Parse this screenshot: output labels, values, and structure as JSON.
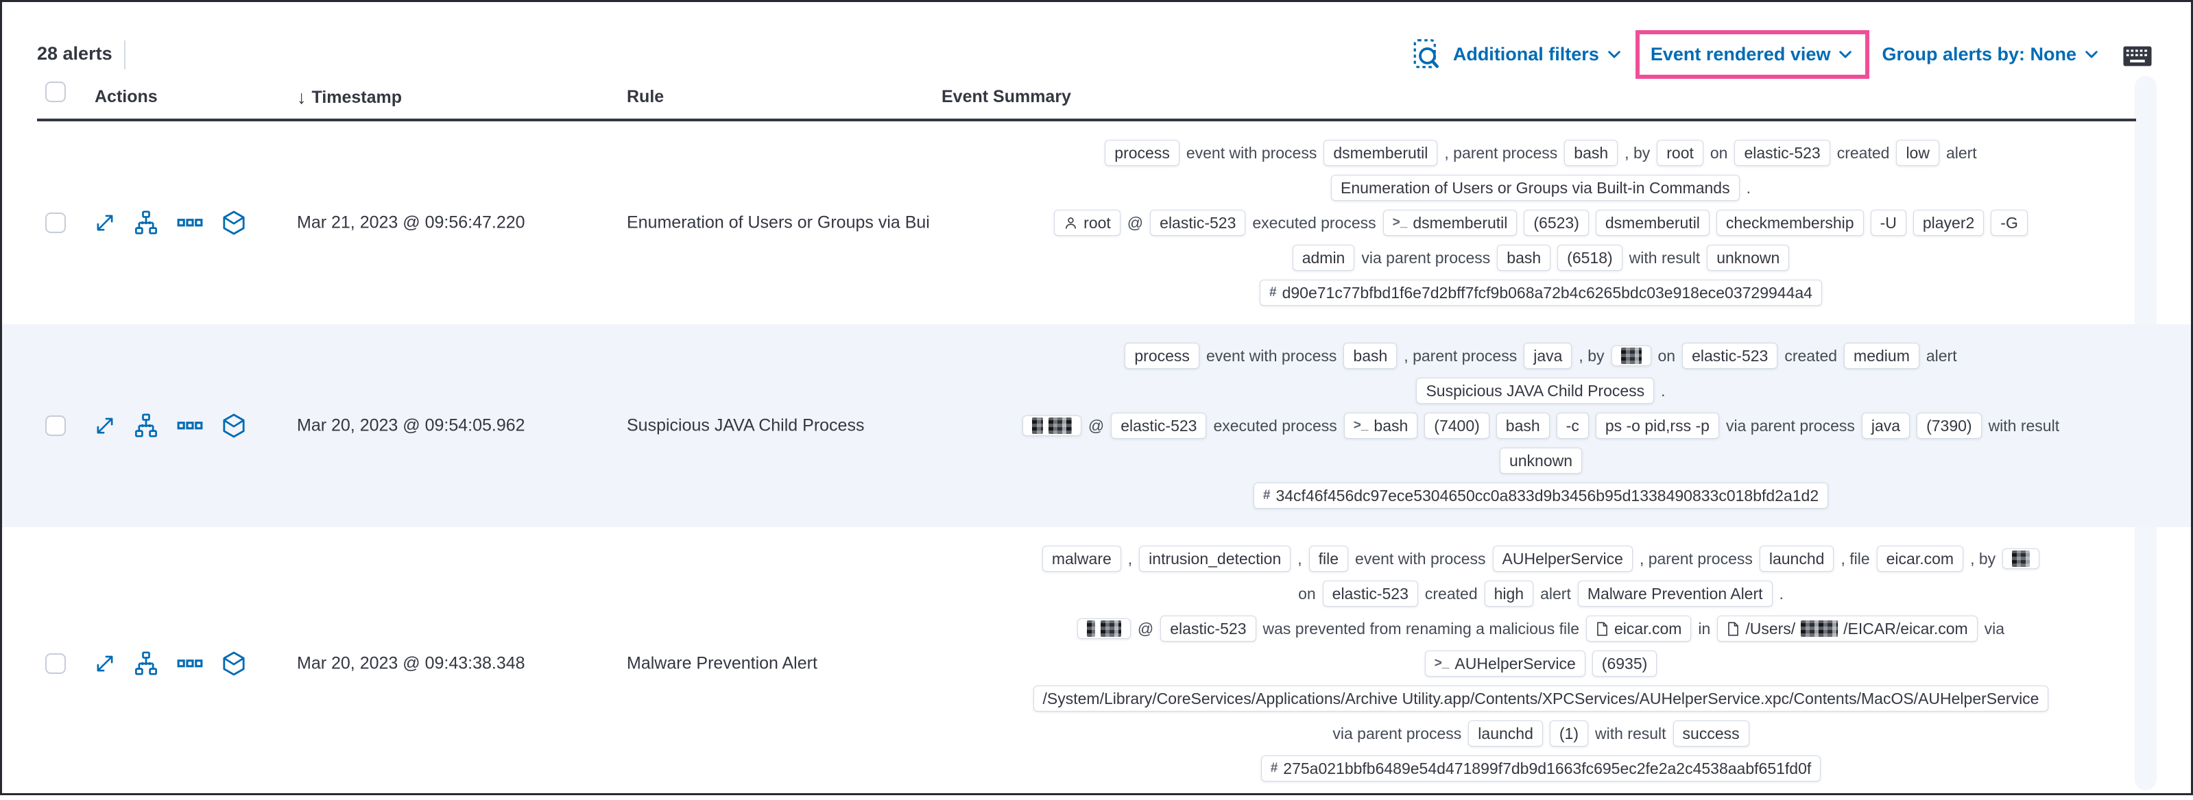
{
  "alert_count_label": "28 alerts",
  "toolbar": {
    "additional_filters_label": "Additional filters",
    "view_selector_label": "Event rendered view",
    "group_alerts_label": "Group alerts by: None"
  },
  "icons": {
    "inspect": "magnifier-over-list",
    "keyboard": "keyboard",
    "sort": "arrow-down",
    "row_actions": [
      "expand",
      "analyze-event",
      "more-actions",
      "session-viewer"
    ]
  },
  "colors": {
    "accent_blue": "#006bb4",
    "highlight_pink": "#f04e98",
    "stripe_row": "#f1f4fa",
    "text": "#343741",
    "badge_border": "#d3dae6"
  },
  "table": {
    "columns": [
      "Actions",
      "Timestamp",
      "Rule",
      "Event Summary"
    ],
    "rows": [
      {
        "timestamp": "Mar 21, 2023 @ 09:56:47.220",
        "rule": "Enumeration of Users or Groups via Bui",
        "summary_lines": [
          [
            {
              "k": "b",
              "v": "process"
            },
            {
              "k": "t",
              "v": "event with process"
            },
            {
              "k": "b",
              "v": "dsmemberutil"
            },
            {
              "k": "t",
              "v": ", parent process"
            },
            {
              "k": "b",
              "v": "bash"
            },
            {
              "k": "t",
              "v": ", by"
            },
            {
              "k": "b",
              "v": "root"
            },
            {
              "k": "t",
              "v": "on"
            },
            {
              "k": "b",
              "v": "elastic-523"
            },
            {
              "k": "t",
              "v": "created"
            },
            {
              "k": "b",
              "v": "low"
            },
            {
              "k": "t",
              "v": "alert"
            }
          ],
          [
            {
              "k": "b",
              "v": "Enumeration of Users or Groups via Built-in Commands"
            },
            {
              "k": "t",
              "v": "."
            }
          ],
          [
            {
              "k": "b",
              "v": "root",
              "icon": "user"
            },
            {
              "k": "t",
              "v": "@"
            },
            {
              "k": "b",
              "v": "elastic-523"
            },
            {
              "k": "t",
              "v": "executed process"
            },
            {
              "k": "b",
              "v": "dsmemberutil",
              "icon": "terminal"
            },
            {
              "k": "b",
              "v": "(6523)"
            },
            {
              "k": "b",
              "v": "dsmemberutil"
            },
            {
              "k": "b",
              "v": "checkmembership"
            },
            {
              "k": "b",
              "v": "-U"
            },
            {
              "k": "b",
              "v": "player2"
            },
            {
              "k": "b",
              "v": "-G"
            }
          ],
          [
            {
              "k": "b",
              "v": "admin"
            },
            {
              "k": "t",
              "v": "via parent process"
            },
            {
              "k": "b",
              "v": "bash"
            },
            {
              "k": "b",
              "v": "(6518)"
            },
            {
              "k": "t",
              "v": "with result"
            },
            {
              "k": "b",
              "v": "unknown"
            }
          ],
          [
            {
              "k": "b",
              "v": "d90e71c77bfbd1f6e7d2bff7fcf9b068a72b4c6265bdc03e918ece03729944a4",
              "icon": "hash"
            }
          ]
        ]
      },
      {
        "timestamp": "Mar 20, 2023 @ 09:54:05.962",
        "rule": "Suspicious JAVA Child Process",
        "summary_lines": [
          [
            {
              "k": "b",
              "v": "process"
            },
            {
              "k": "t",
              "v": "event with process"
            },
            {
              "k": "b",
              "v": "bash"
            },
            {
              "k": "t",
              "v": ", parent process"
            },
            {
              "k": "b",
              "v": "java"
            },
            {
              "k": "t",
              "v": ", by"
            },
            {
              "k": "b",
              "redact": [
                30
              ]
            },
            {
              "k": "t",
              "v": "on"
            },
            {
              "k": "b",
              "v": "elastic-523"
            },
            {
              "k": "t",
              "v": "created"
            },
            {
              "k": "b",
              "v": "medium"
            },
            {
              "k": "t",
              "v": "alert"
            }
          ],
          [
            {
              "k": "b",
              "v": "Suspicious JAVA Child Process"
            },
            {
              "k": "t",
              "v": "."
            }
          ],
          [
            {
              "k": "b",
              "redact": [
                16,
                34
              ]
            },
            {
              "k": "t",
              "v": "@"
            },
            {
              "k": "b",
              "v": "elastic-523"
            },
            {
              "k": "t",
              "v": "executed process"
            },
            {
              "k": "b",
              "v": "bash",
              "icon": "terminal"
            },
            {
              "k": "b",
              "v": "(7400)"
            },
            {
              "k": "b",
              "v": "bash"
            },
            {
              "k": "b",
              "v": "-c"
            },
            {
              "k": "b",
              "v": "ps -o pid,rss -p"
            },
            {
              "k": "t",
              "v": "via parent process"
            },
            {
              "k": "b",
              "v": "java"
            },
            {
              "k": "b",
              "v": "(7390)"
            },
            {
              "k": "t",
              "v": "with result"
            }
          ],
          [
            {
              "k": "b",
              "v": "unknown"
            }
          ],
          [
            {
              "k": "b",
              "v": "34cf46f456dc97ece5304650cc0a833d9b3456b95d1338490833c018bfd2a1d2",
              "icon": "hash"
            }
          ]
        ]
      },
      {
        "timestamp": "Mar 20, 2023 @ 09:43:38.348",
        "rule": "Malware Prevention Alert",
        "summary_lines": [
          [
            {
              "k": "b",
              "v": "malware"
            },
            {
              "k": "t",
              "v": ","
            },
            {
              "k": "b",
              "v": "intrusion_detection"
            },
            {
              "k": "t",
              "v": ","
            },
            {
              "k": "b",
              "v": "file"
            },
            {
              "k": "t",
              "v": "event with process"
            },
            {
              "k": "b",
              "v": "AUHelperService"
            },
            {
              "k": "t",
              "v": ", parent process"
            },
            {
              "k": "b",
              "v": "launchd"
            },
            {
              "k": "t",
              "v": ", file"
            },
            {
              "k": "b",
              "v": "eicar.com"
            },
            {
              "k": "t",
              "v": ", by"
            },
            {
              "k": "b",
              "redact": [
                26
              ]
            }
          ],
          [
            {
              "k": "t",
              "v": "on"
            },
            {
              "k": "b",
              "v": "elastic-523"
            },
            {
              "k": "t",
              "v": "created"
            },
            {
              "k": "b",
              "v": "high"
            },
            {
              "k": "t",
              "v": "alert"
            },
            {
              "k": "b",
              "v": "Malware Prevention Alert"
            },
            {
              "k": "t",
              "v": "."
            }
          ],
          [
            {
              "k": "b",
              "redact": [
                12,
                30
              ]
            },
            {
              "k": "t",
              "v": "@"
            },
            {
              "k": "b",
              "v": "elastic-523"
            },
            {
              "k": "t",
              "v": "was prevented from renaming a malicious file"
            },
            {
              "k": "b",
              "v": "eicar.com",
              "icon": "file"
            },
            {
              "k": "t",
              "v": "in"
            },
            {
              "k": "b",
              "icon": "file",
              "parts": [
                {
                  "t": "/Users/"
                },
                {
                  "r": 54
                },
                {
                  "t": "/EICAR/eicar.com"
                }
              ]
            },
            {
              "k": "t",
              "v": "via"
            }
          ],
          [
            {
              "k": "b",
              "v": "AUHelperService",
              "icon": "terminal"
            },
            {
              "k": "b",
              "v": "(6935)"
            }
          ],
          [
            {
              "k": "b",
              "v": "/System/Library/CoreServices/Applications/Archive Utility.app/Contents/XPCServices/AUHelperService.xpc/Contents/MacOS/AUHelperService"
            }
          ],
          [
            {
              "k": "t",
              "v": "via parent process"
            },
            {
              "k": "b",
              "v": "launchd"
            },
            {
              "k": "b",
              "v": "(1)"
            },
            {
              "k": "t",
              "v": "with result"
            },
            {
              "k": "b",
              "v": "success"
            }
          ],
          [
            {
              "k": "b",
              "v": "275a021bbfb6489e54d471899f7db9d1663fc695ec2fe2a2c4538aabf651fd0f",
              "icon": "hash"
            }
          ]
        ]
      }
    ]
  }
}
